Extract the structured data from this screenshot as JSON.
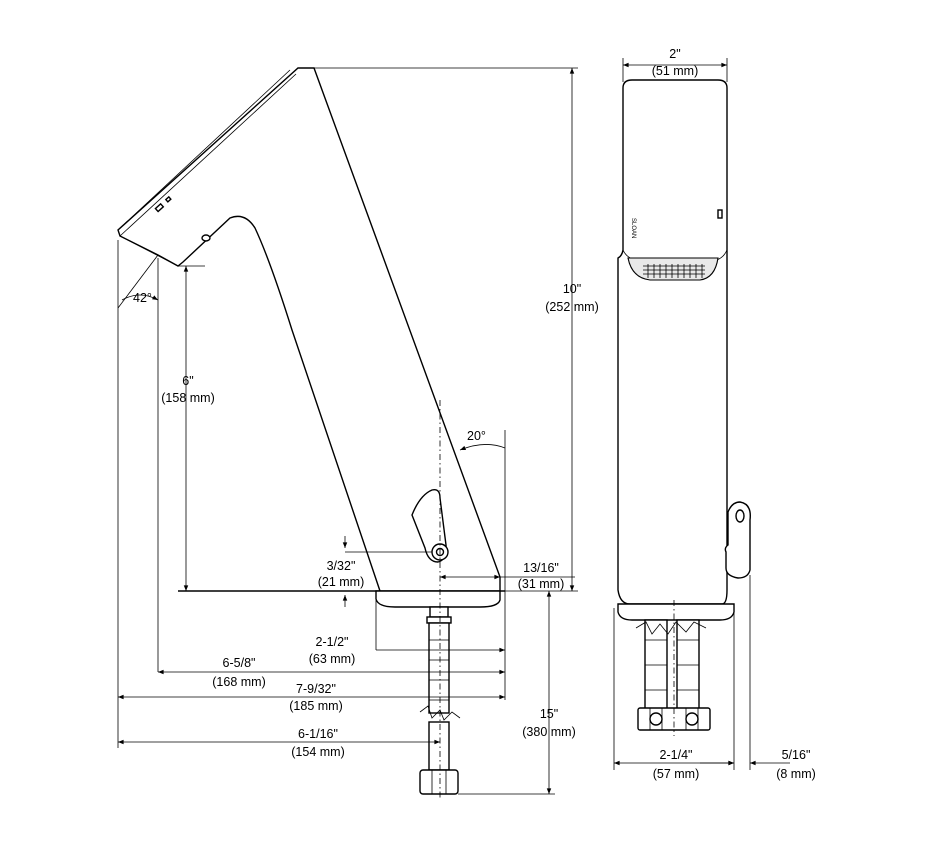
{
  "side_view": {
    "overall_height": {
      "imperial": "10\"",
      "metric": "(252 mm)"
    },
    "spout_height": {
      "imperial": "6\"",
      "metric": "(158 mm)"
    },
    "spout_angle": "42°",
    "body_angle": "20°",
    "sensor_offset": {
      "imperial": "3/32\"",
      "metric": "(21 mm)"
    },
    "base_offset": {
      "imperial": "13/16\"",
      "metric": "(31 mm)"
    },
    "base_width": {
      "imperial": "2-1/2\"",
      "metric": "(63 mm)"
    },
    "reach_inner": {
      "imperial": "6-5/8\"",
      "metric": "(168 mm)"
    },
    "reach_outer": {
      "imperial": "7-9/32\"",
      "metric": "(185 mm)"
    },
    "supply_offset": {
      "imperial": "6-1/16\"",
      "metric": "(154 mm)"
    },
    "supply_length": {
      "imperial": "15\"",
      "metric": "(380 mm)"
    }
  },
  "front_view": {
    "top_width": {
      "imperial": "2\"",
      "metric": "(51 mm)"
    },
    "base_width": {
      "imperial": "2-1/4\"",
      "metric": "(57 mm)"
    },
    "handle_offset": {
      "imperial": "5/16\"",
      "metric": "(8 mm)"
    },
    "brand_mark": "SLOAN"
  }
}
